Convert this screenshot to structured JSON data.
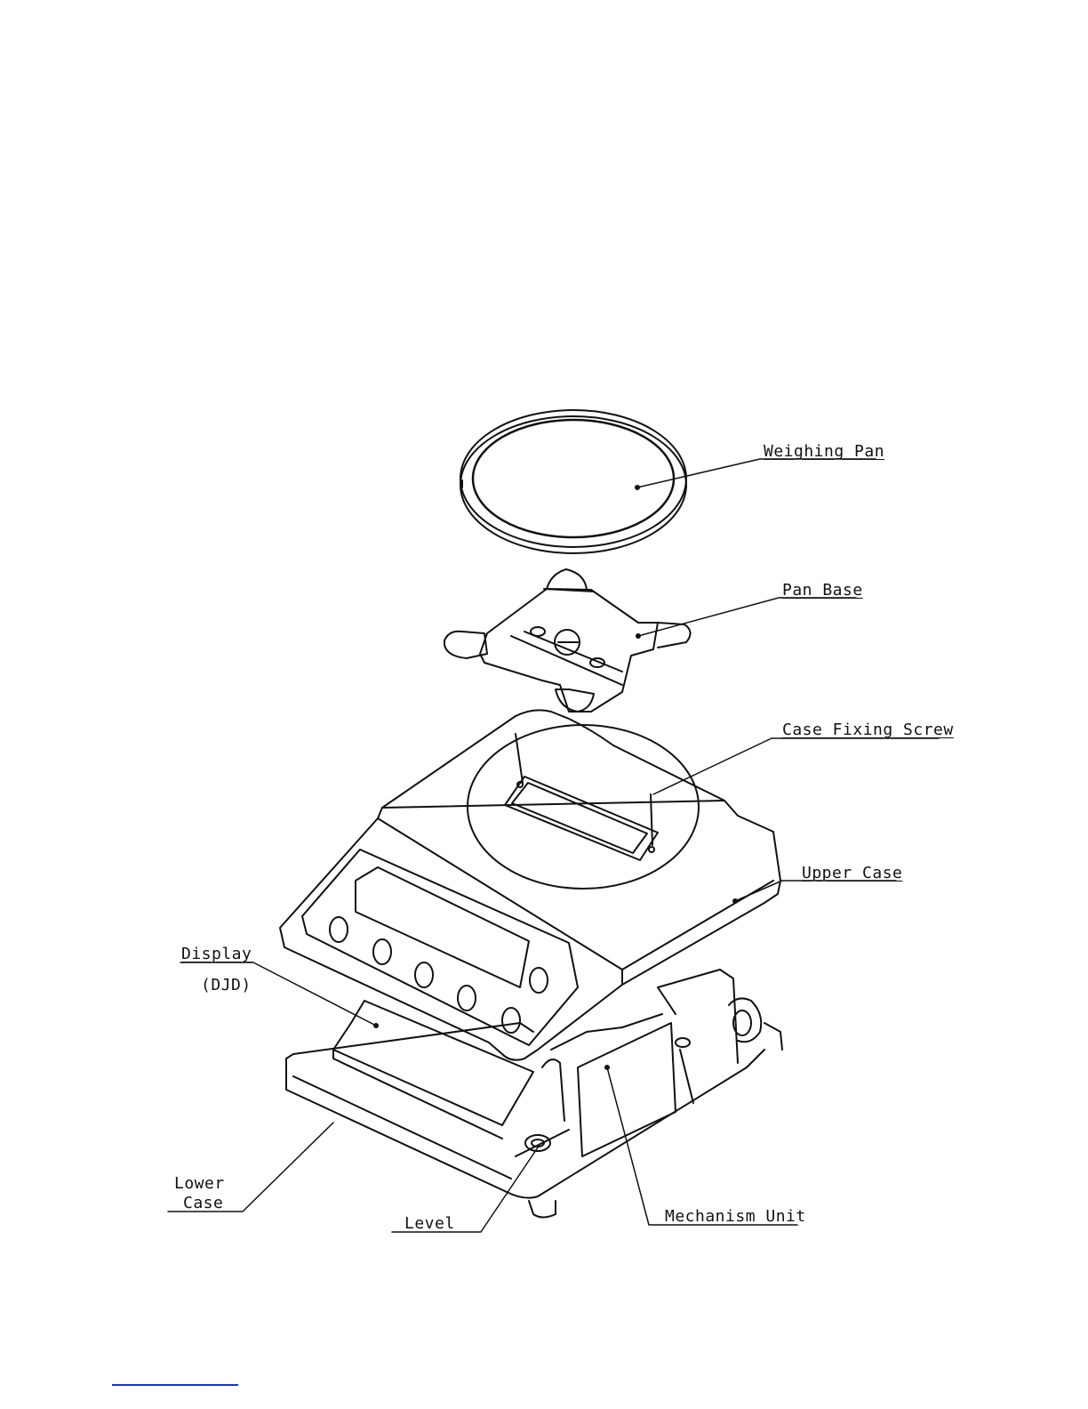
{
  "labels": {
    "weighing_pan": "Weighing Pan",
    "pan_base": "Pan Base",
    "case_fixing_screw": "Case Fixing Screw",
    "upper_case": "Upper Case",
    "display": "Display",
    "display_sub": "(DJD)",
    "lower_case_line1": "Lower",
    "lower_case_line2": "Case",
    "level": "Level",
    "mechanism_unit": "Mechanism Unit"
  },
  "colors": {
    "ink": "#111111",
    "footnote_rule": "#1a33cc"
  }
}
